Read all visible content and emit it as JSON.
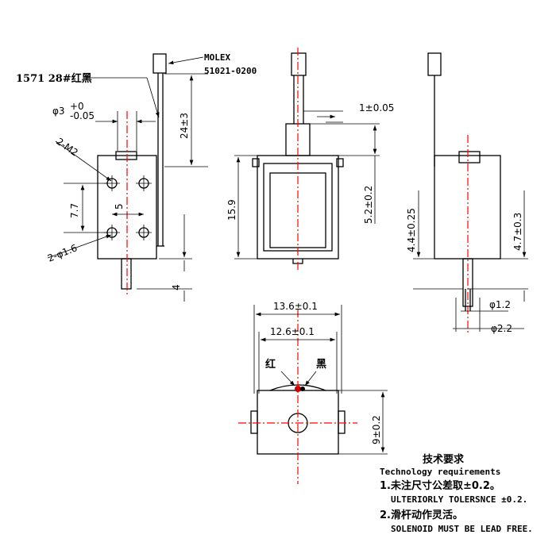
{
  "callouts": {
    "part_label": "1571 28#红黑",
    "connector_line1": "MOLEX",
    "connector_line2": "51021-0200"
  },
  "dimensions": {
    "shaft_dia_main": "φ3",
    "shaft_dia_tol_upper": "+0",
    "shaft_dia_tol_lower": "-0.05",
    "wire_len": "24±3",
    "thread": "2-M2",
    "hole_vspacing": "7.7",
    "hole_hspacing": "5",
    "holes": "2-φ1.6",
    "shaft_ext": "4",
    "height": "15.9",
    "plunger_gap": "1±0.05",
    "stroke_pos": "5.2±0.2",
    "side_4_4": "4.4±0.25",
    "side_4_7": "4.7±0.3",
    "pin_dia_small": "φ1.2",
    "pin_dia_large": "φ2.2",
    "width_outer": "13.6±0.1",
    "width_inner": "12.6±0.1",
    "bottom_height": "9±0.2",
    "wire_red": "红",
    "wire_black": "黑"
  },
  "notes": {
    "heading_cn": "技术要求",
    "heading_en": "Technology   requirements",
    "note1_cn": "1.未注尺寸公差取±0.2。",
    "note1_en": "ULTERIORLY TOLERSNCE ±0.2.",
    "note2_cn": "2.滑杆动作灵活。",
    "note2_en": "SOLENOID MUST BE LEAD FREE."
  },
  "colors": {
    "line": "#000000",
    "centerline": "#ff0000",
    "wire_red": "#cc0000"
  }
}
